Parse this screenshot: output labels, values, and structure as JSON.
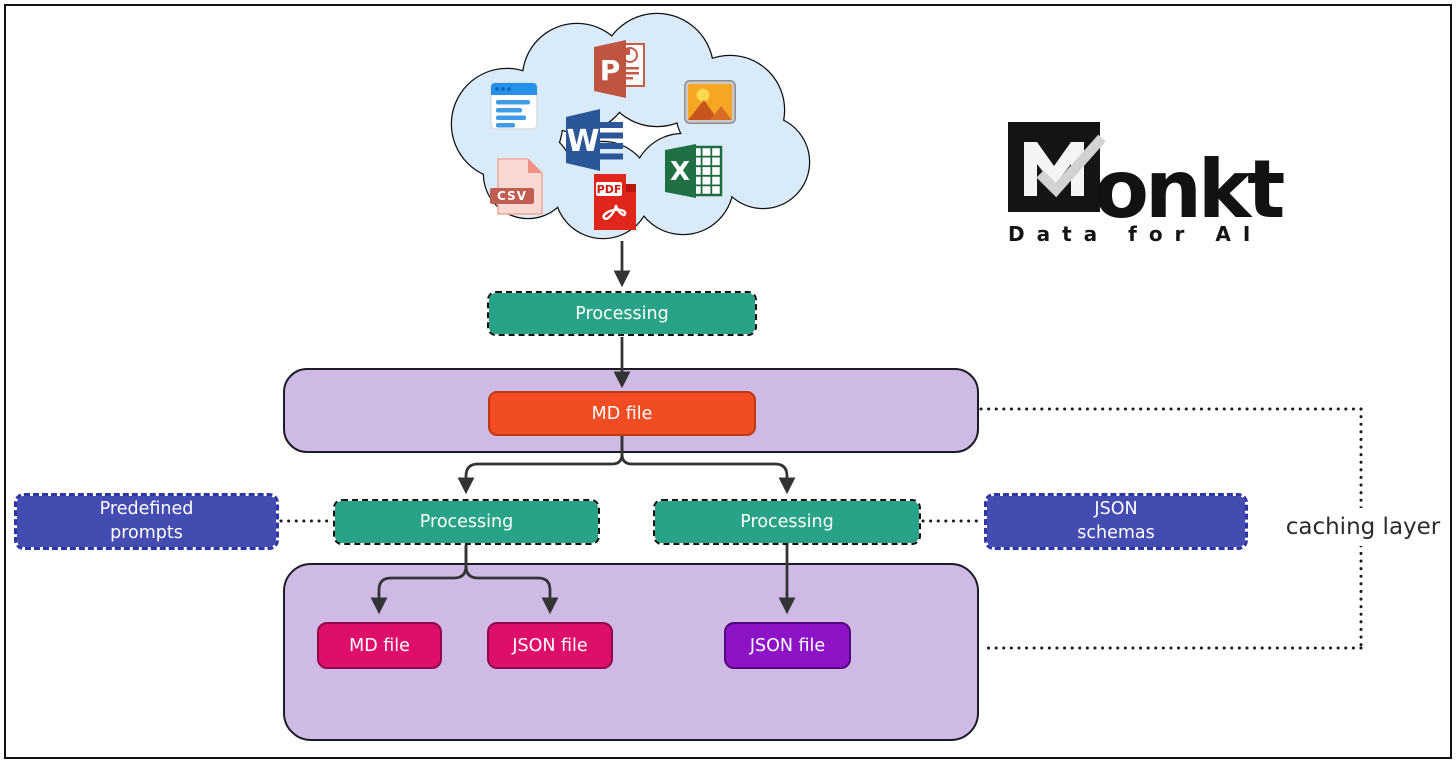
{
  "logo": {
    "product": "Monkt",
    "wordmark_tail": "onkt",
    "tagline": "Data for AI"
  },
  "cloud": {
    "icons": [
      {
        "name": "webpage-icon"
      },
      {
        "name": "powerpoint-icon",
        "text": "P"
      },
      {
        "name": "image-icon"
      },
      {
        "name": "word-icon",
        "text": "W"
      },
      {
        "name": "excel-icon",
        "text": "X"
      },
      {
        "name": "csv-icon",
        "text": "CSV"
      },
      {
        "name": "pdf-icon",
        "text": "PDF"
      }
    ]
  },
  "nodes": {
    "processing_top": {
      "label": "Processing"
    },
    "md_file_main": {
      "label": "MD file"
    },
    "predefined_prompts": {
      "line1": "Predefined",
      "line2": "prompts"
    },
    "processing_left": {
      "label": "Processing"
    },
    "processing_right": {
      "label": "Processing"
    },
    "json_schemas": {
      "line1": "JSON",
      "line2": "schemas"
    },
    "md_file_out": {
      "label": "MD file"
    },
    "json_file_out_left": {
      "label": "JSON file"
    },
    "json_file_out_right": {
      "label": "JSON file"
    },
    "caching_layer": {
      "label": "caching layer"
    }
  },
  "colors": {
    "teal": "#28a387",
    "orange": "#f14c24",
    "pink": "#de0e6b",
    "violet": "#8d13c6",
    "blue": "#444bb1",
    "lavender": "#cfbae6",
    "cloud_fill": "#d9ebf9",
    "line": "#333333"
  }
}
